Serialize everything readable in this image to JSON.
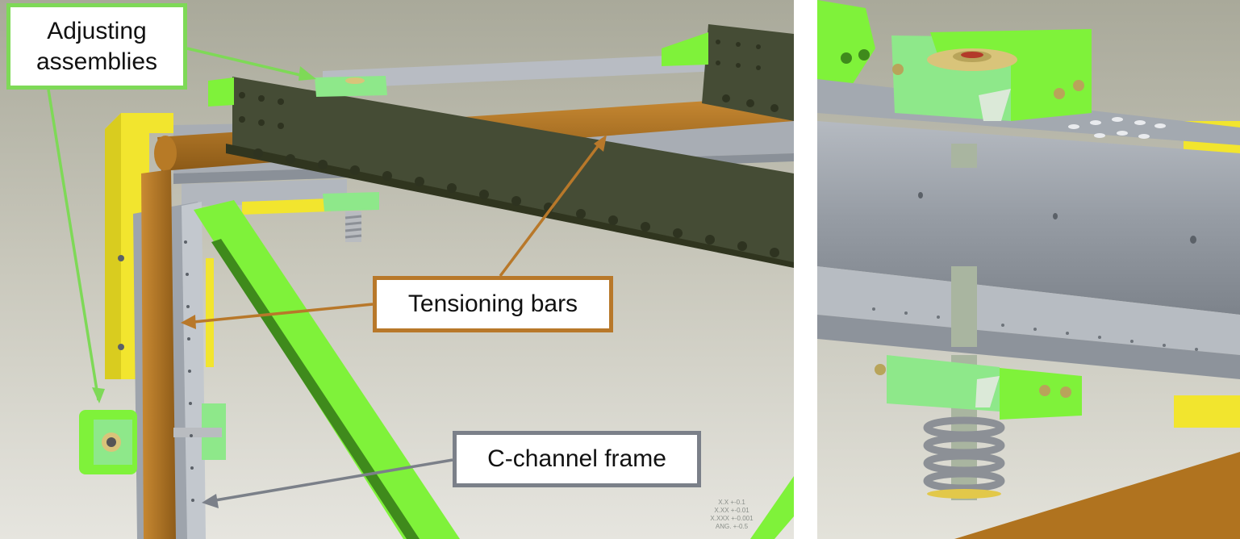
{
  "callouts": {
    "adjusting": {
      "line1": "Adjusting",
      "line2": "assemblies",
      "color": "#7ed957"
    },
    "tensioning": {
      "label": "Tensioning bars",
      "color": "#b8782a"
    },
    "cchannel": {
      "label": "C-channel frame",
      "color": "#7b8089"
    }
  },
  "tolerances": [
    "X.X +-0.1",
    "X.XX +-0.01",
    "X.XXX +-0.001",
    "ANG. +-0.5"
  ],
  "colors": {
    "frame_gray": "#9ea4ac",
    "tension_bar": "#b0731f",
    "dark_bar": "#454c35",
    "brace_green": "#7ff23a",
    "yellow_part": "#f2e52e",
    "light_green_block": "#8ee88a"
  }
}
